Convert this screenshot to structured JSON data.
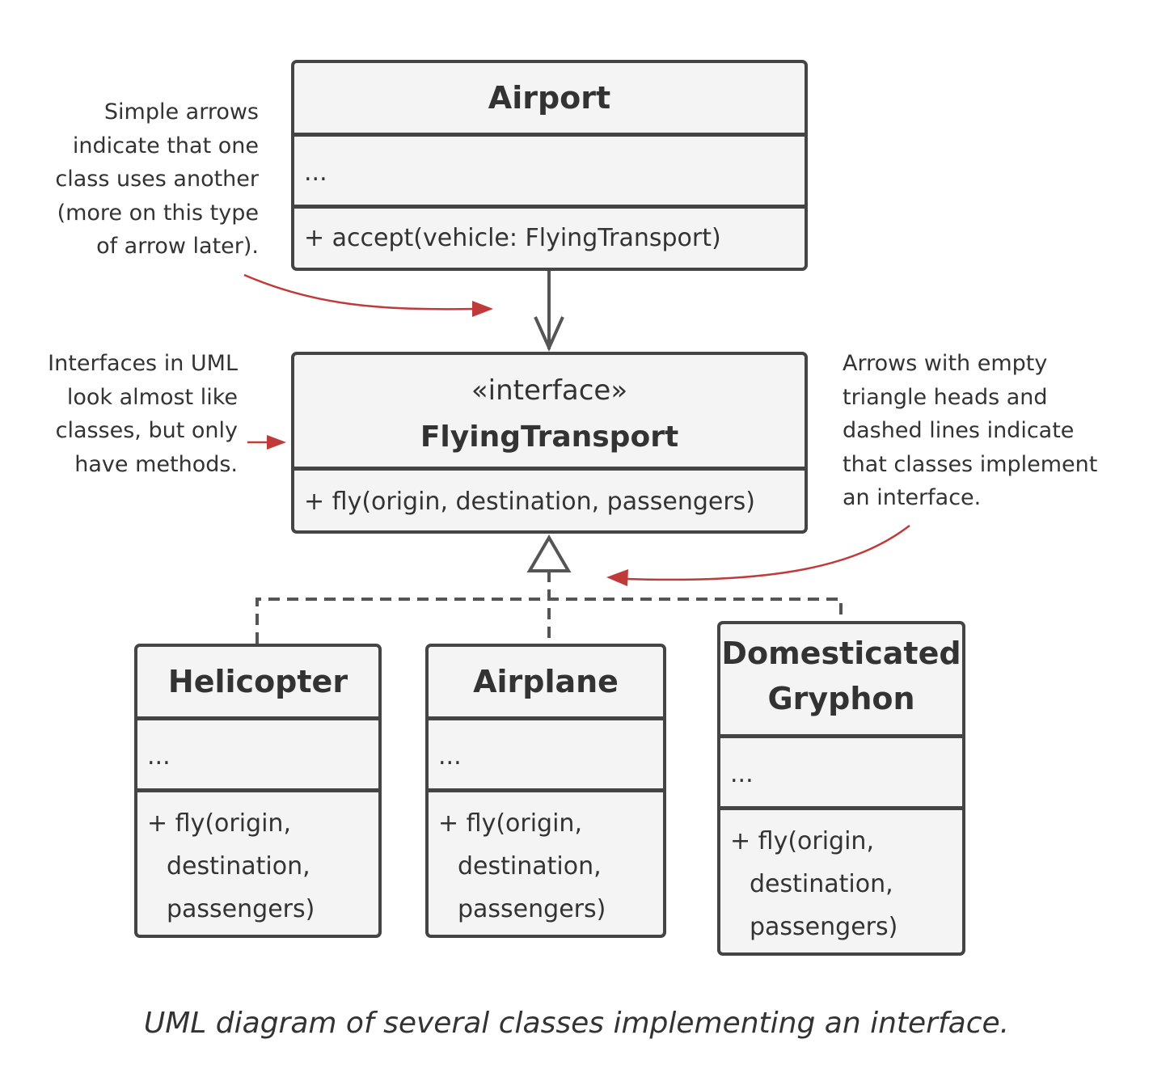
{
  "notes": {
    "uses_arrow": [
      "Simple arrows",
      "indicate that one",
      "class uses another",
      "(more on this type",
      "of arrow later)."
    ],
    "interfaces": [
      "Interfaces in UML",
      "look almost like",
      "classes, but only",
      "have methods."
    ],
    "implements": [
      "Arrows with empty",
      "triangle heads and",
      "dashed lines indicate",
      "that classes implement",
      "an interface."
    ]
  },
  "classes": {
    "airport": {
      "name": "Airport",
      "fields": "...",
      "method": "+ accept(vehicle: FlyingTransport)"
    },
    "flying_transport": {
      "stereotype": "«interface»",
      "name": "FlyingTransport",
      "method": "+ fly(origin, destination, passengers)"
    },
    "helicopter": {
      "name": "Helicopter",
      "fields": "...",
      "method": [
        "+ fly(origin,",
        "destination,",
        "passengers)"
      ]
    },
    "airplane": {
      "name": "Airplane",
      "fields": "...",
      "method": [
        "+ fly(origin,",
        "destination,",
        "passengers)"
      ]
    },
    "gryphon": {
      "name": [
        "Domesticated",
        "Gryphon"
      ],
      "fields": "...",
      "method": [
        "+ fly(origin,",
        "destination,",
        "passengers)"
      ]
    }
  },
  "caption": "UML diagram of several classes implementing an interface.",
  "colors": {
    "box_border": "#444444",
    "box_fill": "#f4f4f4",
    "text": "#333333",
    "annotation_arrow": "#c03a3a"
  }
}
